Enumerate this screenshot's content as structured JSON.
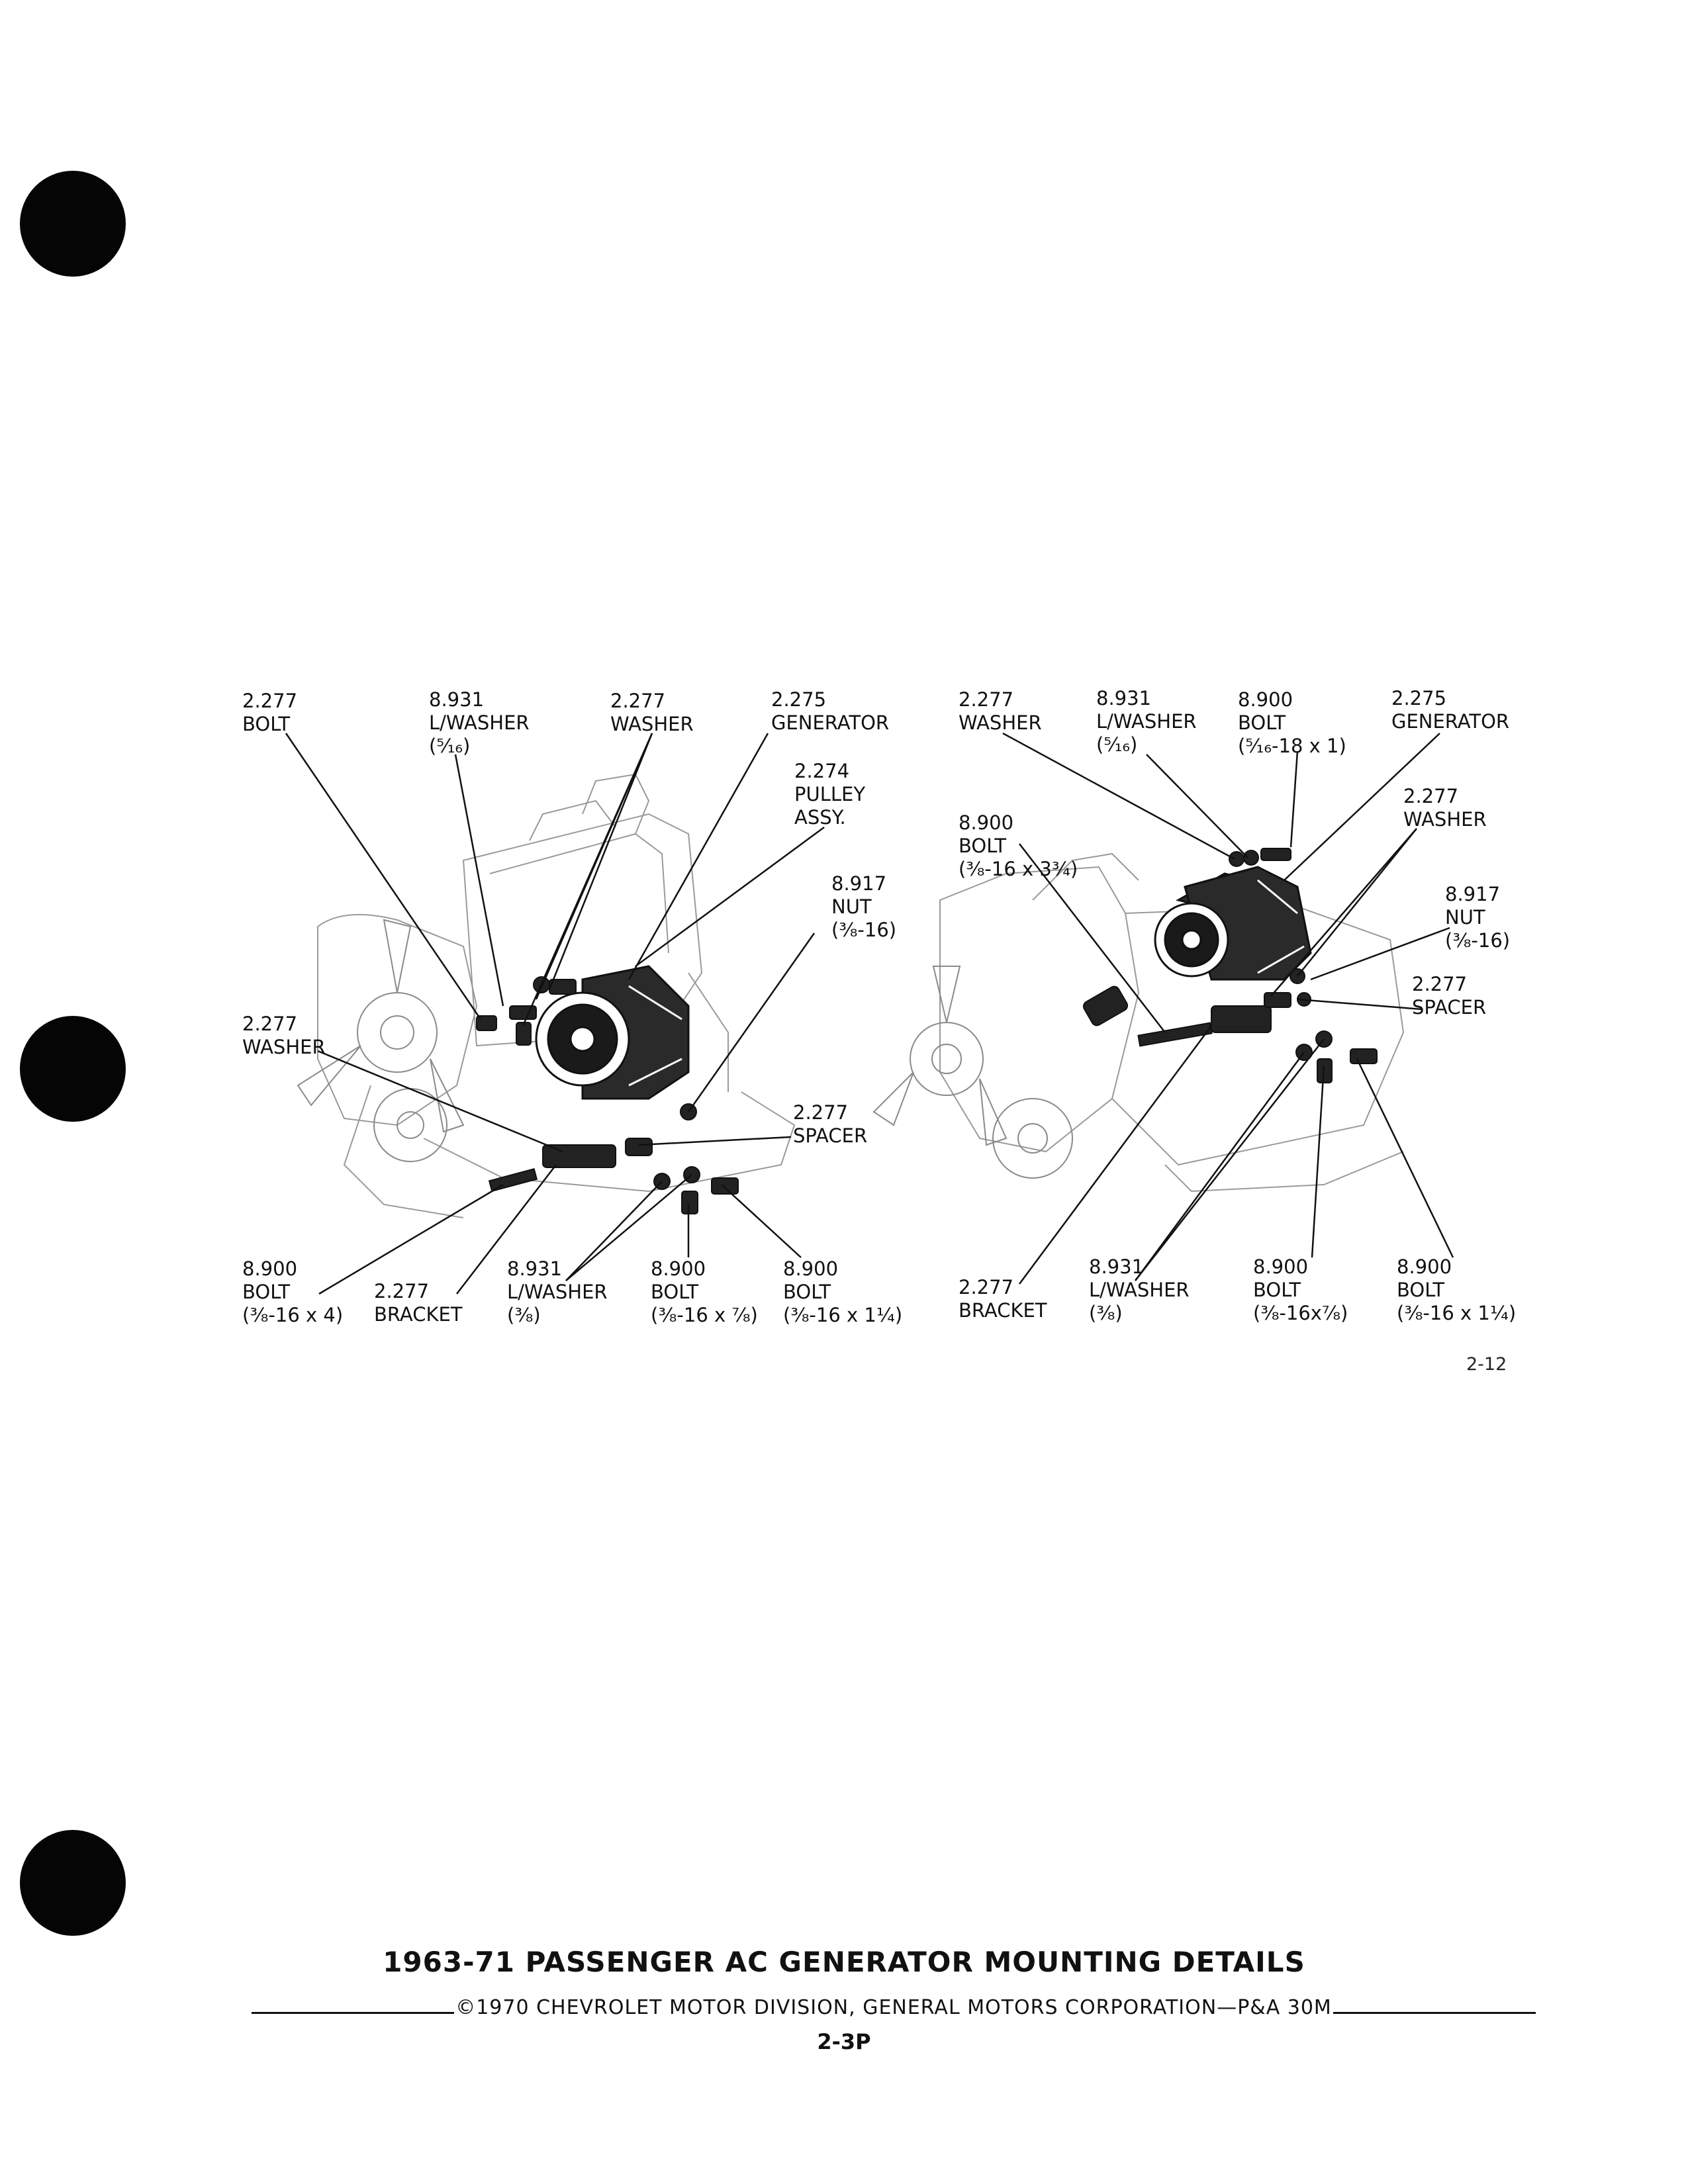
{
  "left_labels": [
    {
      "lines": [
        "2.277",
        "BOLT"
      ]
    },
    {
      "lines": [
        "8.931",
        "L/WASHER",
        "(⁵⁄₁₆)"
      ]
    },
    {
      "lines": [
        "2.277",
        "WASHER"
      ]
    },
    {
      "lines": [
        "2.275",
        "GENERATOR"
      ]
    },
    {
      "lines": [
        "2.274",
        "PULLEY",
        "ASSY."
      ]
    },
    {
      "lines": [
        "8.917",
        "NUT",
        "(³⁄₈-16)"
      ]
    },
    {
      "lines": [
        "2.277",
        "WASHER"
      ]
    },
    {
      "lines": [
        "2.277",
        "SPACER"
      ]
    },
    {
      "lines": [
        "8.900",
        "BOLT",
        "(³⁄₈-16 x 4)"
      ]
    },
    {
      "lines": [
        "2.277",
        "BRACKET"
      ]
    },
    {
      "lines": [
        "8.931",
        "L/WASHER",
        "(³⁄₈)"
      ]
    },
    {
      "lines": [
        "8.900",
        "BOLT",
        "(³⁄₈-16 x ⁷⁄₈)"
      ]
    },
    {
      "lines": [
        "8.900",
        "BOLT",
        "(³⁄₈-16 x 1¹⁄₄)"
      ]
    }
  ],
  "right_labels": [
    {
      "lines": [
        "2.277",
        "WASHER"
      ]
    },
    {
      "lines": [
        "8.931",
        "L/WASHER",
        "(⁵⁄₁₆)"
      ]
    },
    {
      "lines": [
        "8.900",
        "BOLT",
        "(⁵⁄₁₆-18 x 1)"
      ]
    },
    {
      "lines": [
        "2.275",
        "GENERATOR"
      ]
    },
    {
      "lines": [
        "8.900",
        "BOLT",
        "(³⁄₈-16 x 3³⁄₄)"
      ]
    },
    {
      "lines": [
        "2.277",
        "WASHER"
      ]
    },
    {
      "lines": [
        "8.917",
        "NUT",
        "(³⁄₈-16)"
      ]
    },
    {
      "lines": [
        "2.277",
        "SPACER"
      ]
    },
    {
      "lines": [
        "2.277",
        "BRACKET"
      ]
    },
    {
      "lines": [
        "8.931",
        "L/WASHER",
        "(³⁄₈)"
      ]
    },
    {
      "lines": [
        "8.900",
        "BOLT",
        "(³⁄₈-16x⁷⁄₈)"
      ]
    },
    {
      "lines": [
        "8.900",
        "BOLT",
        "(³⁄₈-16 x 1¹⁄₄)"
      ]
    }
  ],
  "figure_number": "2-12",
  "title": "1963-71 PASSENGER AC GENERATOR MOUNTING DETAILS",
  "copyright": "©1970 CHEVROLET MOTOR DIVISION, GENERAL MOTORS CORPORATION—P&A 30M",
  "page_number": "2-3P"
}
